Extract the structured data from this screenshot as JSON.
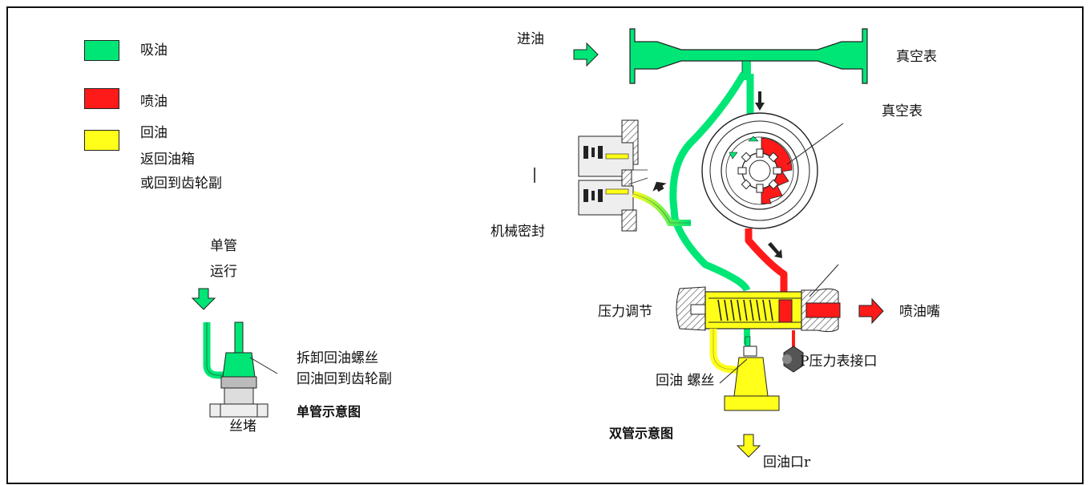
{
  "legend": [
    {
      "label": "吸油",
      "color": "#00e676"
    },
    {
      "label": "喷油",
      "color": "#ff1a1a"
    },
    {
      "label": "回油",
      "color": "#ffff1a"
    }
  ],
  "legend_return_desc_1": "返回油箱",
  "legend_return_desc_2": "或回到齿轮副",
  "labels": {
    "oil_inlet": "进油",
    "vacuum_gauge_1": "真空表",
    "vacuum_gauge_2": "真空表",
    "mech_seal": "机械密封",
    "pressure_regulation": "压力调节",
    "nozzle": "喷油嘴",
    "pressure_gauge_port": "P压力表接口",
    "return_screw": "回油 螺丝",
    "dual_pipe_diagram": "双管示意图",
    "return_port": "回油口r",
    "single_pipe_1": "单管",
    "single_pipe_2": "运行",
    "remove_screw_1": "拆卸回油螺丝",
    "remove_screw_2": "回油回到齿轮副",
    "single_pipe_diagram": "单管示意图",
    "plug": "丝堵",
    "stray_mark": "l"
  },
  "colors": {
    "suction": "#00e676",
    "injection": "#ff1a1a",
    "return": "#ffff1a",
    "dark": "#333333"
  }
}
